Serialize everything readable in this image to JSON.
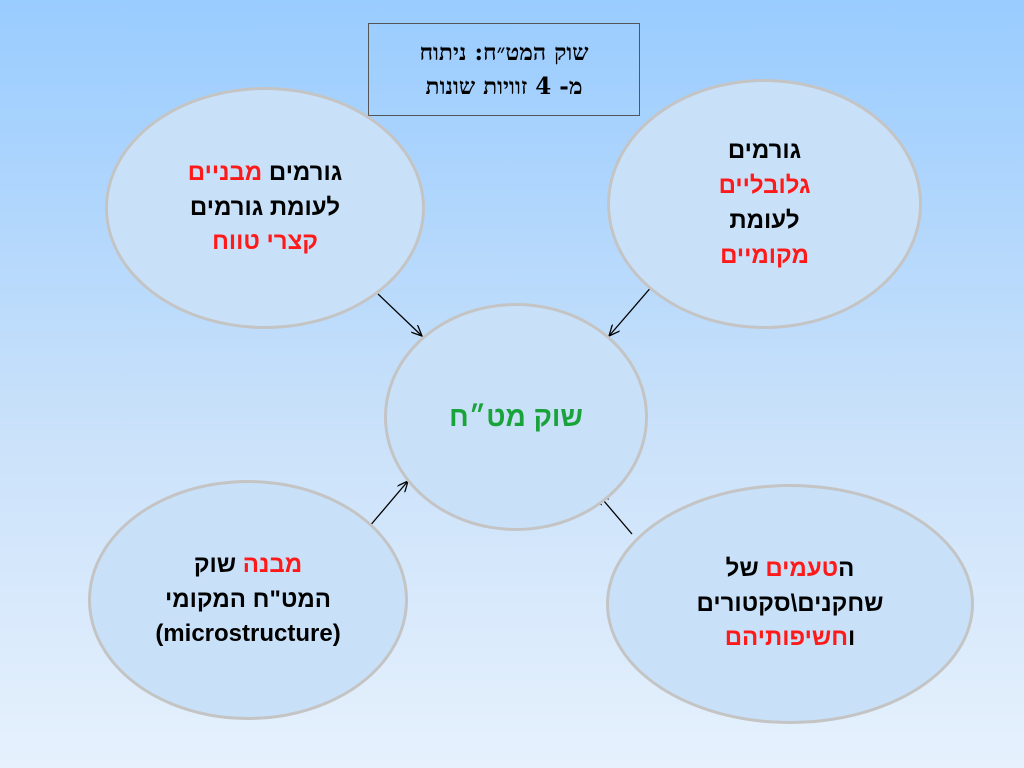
{
  "title": {
    "line1": "שוק המט״ח: ניתוח",
    "line2": "מ- 4 זוויות שונות"
  },
  "bubbles": {
    "top_left": {
      "l1_a": "גורמים ",
      "l1_b": "מבניים",
      "l2": "לעומת גורמים",
      "l3": "קצרי טווח"
    },
    "top_right": {
      "l1": "גורמים",
      "l2": "גלובליים",
      "l3": "לעומת",
      "l4": "מקומיים"
    },
    "center": {
      "label": "שוק מט״ח"
    },
    "bottom_left": {
      "l1_a": "מבנה",
      "l1_b": " שוק",
      "l2": "המט\"ח המקומי",
      "l3": "(microstructure)"
    },
    "bottom_right": {
      "l1_a": "ה",
      "l1_b": "טעמים",
      "l1_c": " של",
      "l2": "שחקנים\\סקטורים",
      "l3_a": "ו",
      "l3_b": "חשיפותיהם"
    }
  },
  "colors": {
    "highlight": "#ff1a1a",
    "center_text": "#1aa33a",
    "bubble_border": "#c4c4c4",
    "arrow": "#000000"
  }
}
